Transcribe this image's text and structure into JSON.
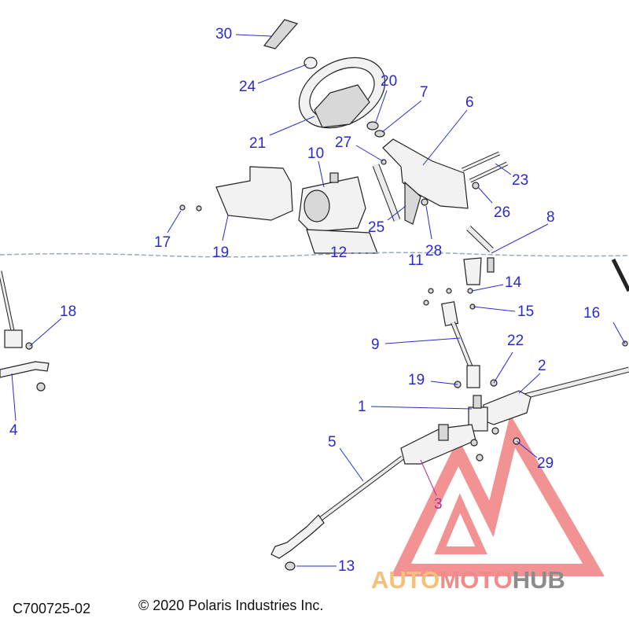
{
  "callouts": [
    {
      "id": "30",
      "label": "30"
    },
    {
      "id": "24",
      "label": "24"
    },
    {
      "id": "20",
      "label": "20"
    },
    {
      "id": "7",
      "label": "7"
    },
    {
      "id": "6",
      "label": "6"
    },
    {
      "id": "21",
      "label": "21"
    },
    {
      "id": "27",
      "label": "27"
    },
    {
      "id": "10",
      "label": "10"
    },
    {
      "id": "23",
      "label": "23"
    },
    {
      "id": "26",
      "label": "26"
    },
    {
      "id": "17",
      "label": "17"
    },
    {
      "id": "25",
      "label": "25"
    },
    {
      "id": "8",
      "label": "8"
    },
    {
      "id": "19top",
      "label": "19"
    },
    {
      "id": "12",
      "label": "12"
    },
    {
      "id": "28",
      "label": "28"
    },
    {
      "id": "11",
      "label": "11"
    },
    {
      "id": "14",
      "label": "14"
    },
    {
      "id": "18",
      "label": "18"
    },
    {
      "id": "15",
      "label": "15"
    },
    {
      "id": "16",
      "label": "16"
    },
    {
      "id": "9",
      "label": "9"
    },
    {
      "id": "22",
      "label": "22"
    },
    {
      "id": "2",
      "label": "2"
    },
    {
      "id": "19",
      "label": "19"
    },
    {
      "id": "4",
      "label": "4"
    },
    {
      "id": "1",
      "label": "1"
    },
    {
      "id": "5",
      "label": "5"
    },
    {
      "id": "29",
      "label": "29"
    },
    {
      "id": "3",
      "label": "3"
    },
    {
      "id": "13",
      "label": "13"
    }
  ],
  "footer": {
    "diagram_code": "C700725-02",
    "copyright": "© 2020 Polaris Industries Inc."
  },
  "watermark": {
    "part1": "AUTO",
    "part2": "MOTO",
    "part3": "HUB",
    "color_auto": "#f4c07a",
    "color_moto": "#f28a8a",
    "color_hub": "#8c8c8c",
    "triangle_color": "#f08080"
  },
  "colors": {
    "callout": "#2a2ad0",
    "callout_alt": "#b0309a",
    "line_art": "#222222"
  }
}
